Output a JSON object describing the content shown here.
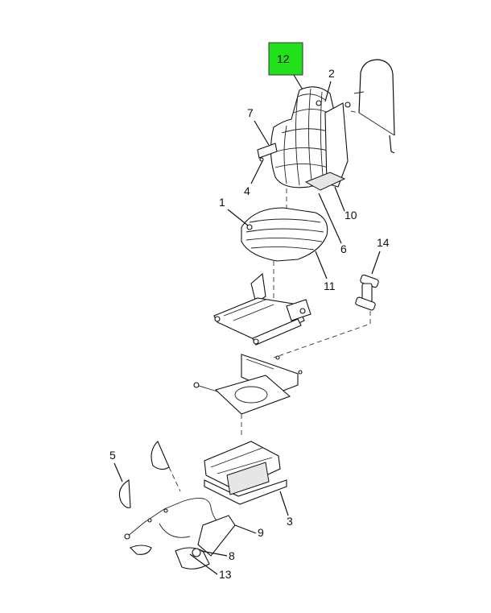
{
  "callouts": [
    {
      "id": "12",
      "label": "12",
      "highlight": true
    },
    {
      "id": "2",
      "label": "2"
    },
    {
      "id": "7",
      "label": "7"
    },
    {
      "id": "4",
      "label": "4"
    },
    {
      "id": "10",
      "label": "10"
    },
    {
      "id": "1",
      "label": "1"
    },
    {
      "id": "6",
      "label": "6"
    },
    {
      "id": "11",
      "label": "11"
    },
    {
      "id": "14",
      "label": "14"
    },
    {
      "id": "5",
      "label": "5"
    },
    {
      "id": "3",
      "label": "3"
    },
    {
      "id": "9",
      "label": "9"
    },
    {
      "id": "8",
      "label": "8"
    },
    {
      "id": "13",
      "label": "13"
    }
  ],
  "colors": {
    "highlight": "#22e01a",
    "ink": "#111111"
  }
}
